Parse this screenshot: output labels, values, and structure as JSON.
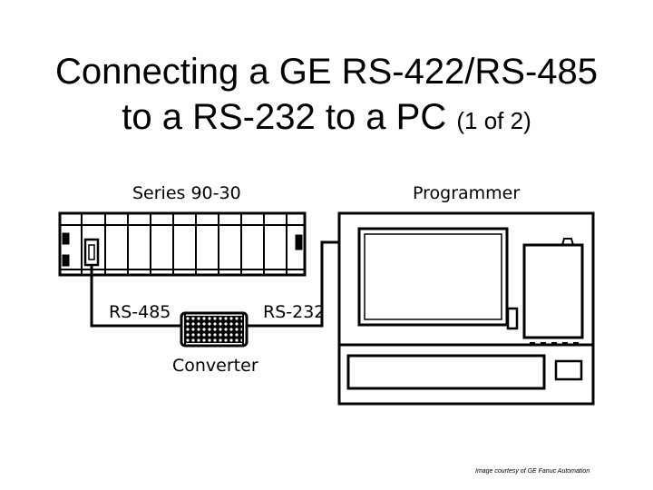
{
  "slide": {
    "title_line1": "Connecting a GE RS-422/RS-485",
    "title_line2": "to a RS-232 to a PC",
    "title_suffix": "(1 of 2)"
  },
  "diagram": {
    "plc_label": "Series 90-30",
    "programmer_label": "Programmer",
    "port_left_label": "RS-485",
    "port_right_label": "RS-232",
    "converter_label": "Converter"
  },
  "credit": "Image courtesy of GE Fanuc Automation",
  "colors": {
    "line": "#000000",
    "background": "#ffffff"
  }
}
